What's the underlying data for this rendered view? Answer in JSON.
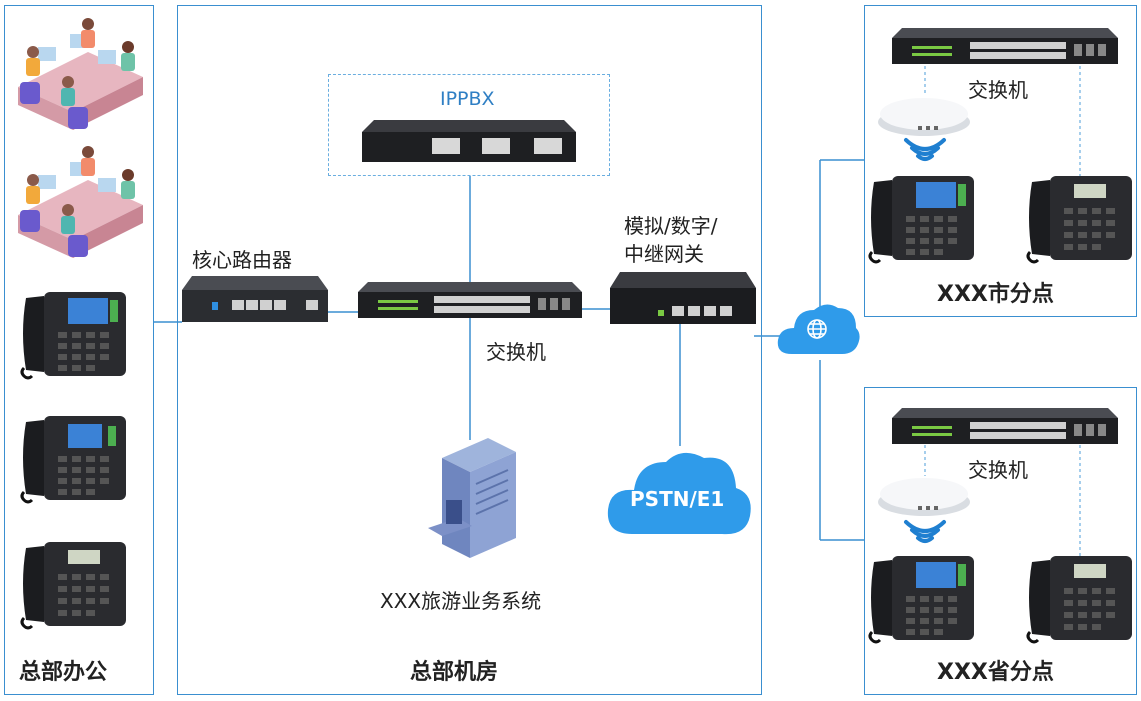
{
  "colors": {
    "panel_border": "#3a8fd0",
    "line": "#3a8fd0",
    "cloud": "#2f9bea",
    "device": "#1e1f22"
  },
  "panels": {
    "office": {
      "title": "总部办公"
    },
    "machine_room": {
      "title": "总部机房"
    },
    "city_branch": {
      "title": "XXX市分点"
    },
    "province_branch": {
      "title": "XXX省分点"
    }
  },
  "devices": {
    "ippbx": {
      "label": "IPPBX"
    },
    "core_router": {
      "label": "核心路由器"
    },
    "hq_switch": {
      "label": "交换机"
    },
    "gateway": {
      "label_line1": "模拟/数字/",
      "label_line2": "中继网关"
    },
    "tourism_system": {
      "label": "XXX旅游业务系统"
    },
    "pstn": {
      "label": "PSTN/E1"
    },
    "city_switch": {
      "label": "交换机"
    },
    "province_switch": {
      "label": "交换机"
    }
  },
  "icons": [
    "office-desk-icon",
    "ip-phone-icon",
    "switch-icon",
    "router-icon",
    "server-rack-icon",
    "cloud-icon",
    "globe-icon",
    "wifi-ap-icon",
    "wifi-signal-icon"
  ]
}
